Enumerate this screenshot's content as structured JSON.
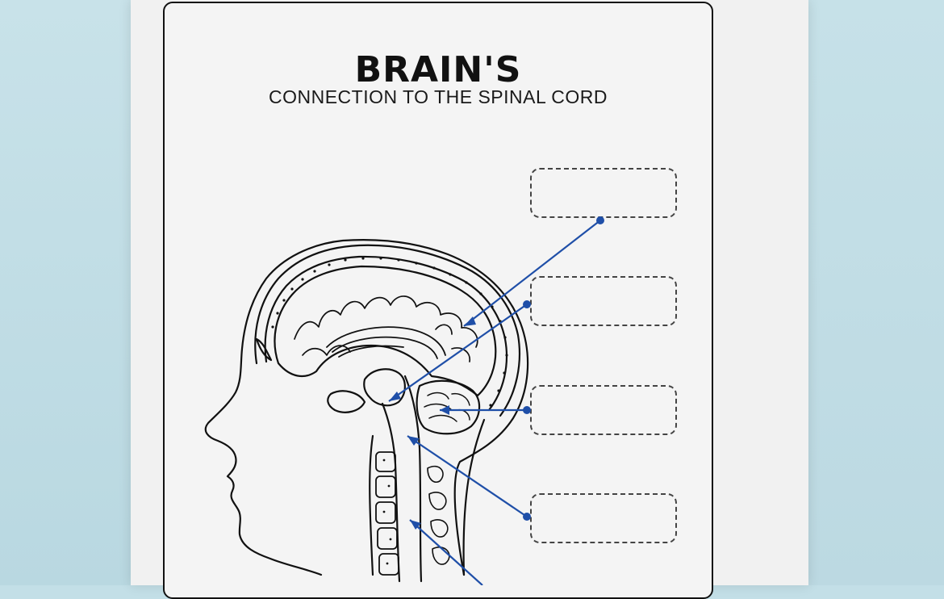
{
  "worksheet": {
    "title": "BRAIN'S",
    "subtitle": "CONNECTION TO THE SPINAL CORD"
  },
  "label_boxes": [
    {
      "id": 1,
      "value": ""
    },
    {
      "id": 2,
      "value": ""
    },
    {
      "id": 3,
      "value": ""
    },
    {
      "id": 4,
      "value": ""
    }
  ],
  "colors": {
    "pointer_line": "#1f4fa8",
    "ink": "#111111",
    "background": "#c3dfe7",
    "paper": "#f4f4f4"
  },
  "illustration": {
    "icon": "brain-spinal-cord-sagittal-section-icon"
  }
}
